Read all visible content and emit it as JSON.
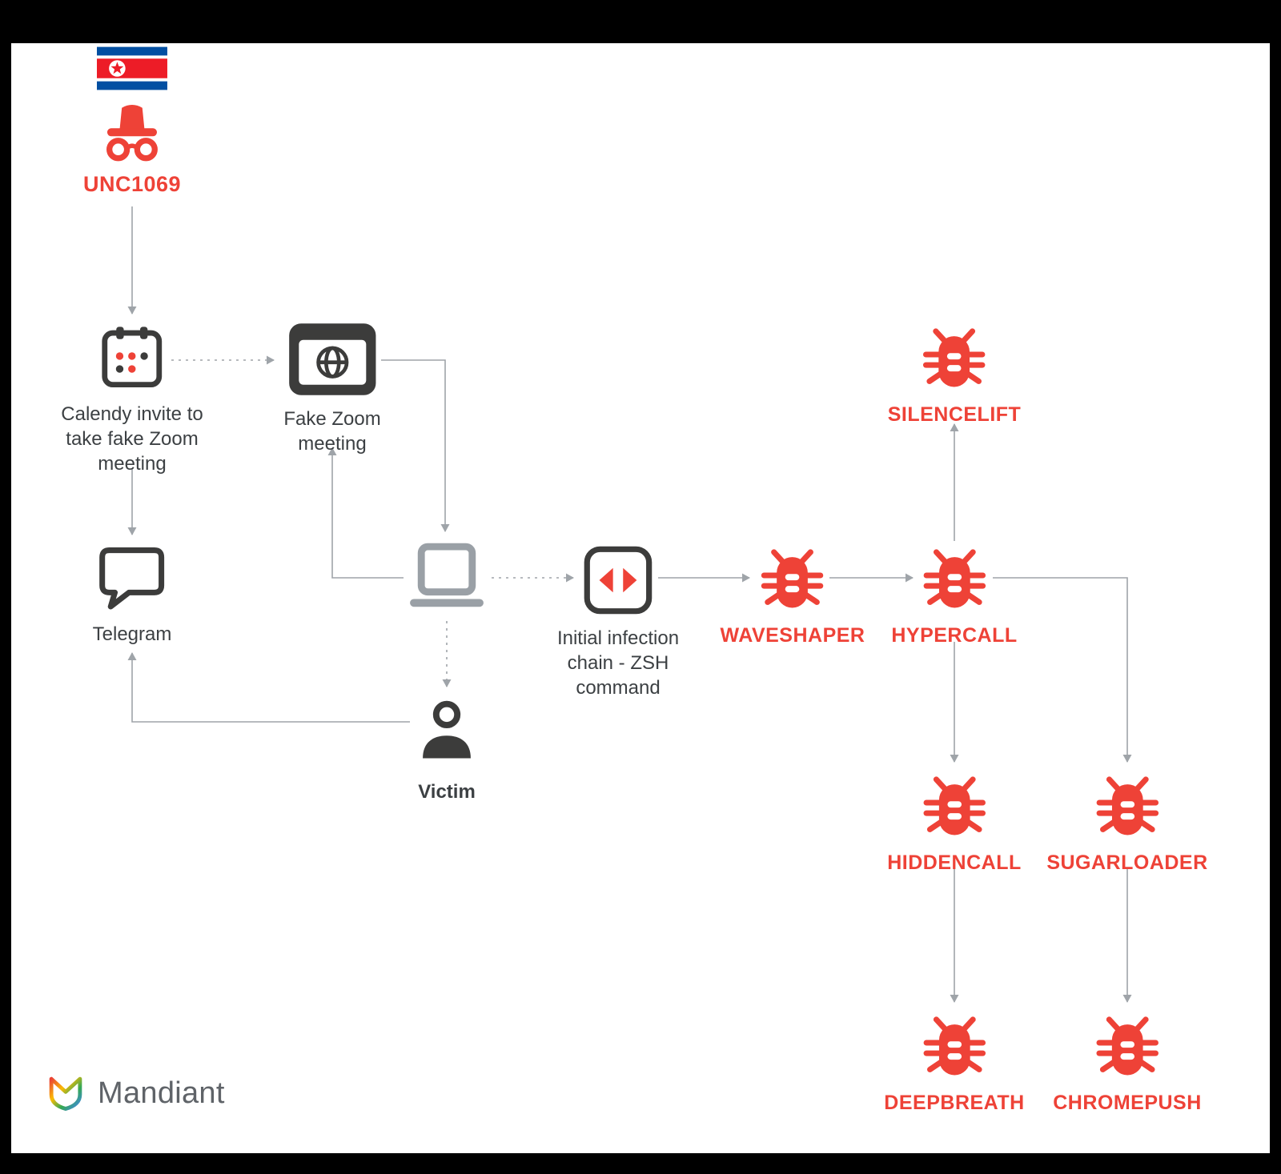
{
  "colors": {
    "accent_red": "#EE4237",
    "icon_dark": "#3C3C3B",
    "laptop_gray": "#9AA0A6",
    "connector_gray": "#9FA4A9",
    "label_gray": "#3C4043",
    "brand_gray": "#5F6368"
  },
  "actor": {
    "name": "UNC1069"
  },
  "nodes": {
    "calendly": {
      "label": "Calendy invite to\ntake fake Zoom\nmeeting"
    },
    "fake_zoom": {
      "label": "Fake Zoom\nmeeting"
    },
    "telegram": {
      "label": "Telegram"
    },
    "victim": {
      "label": "Victim"
    },
    "infection_chain": {
      "label": "Initial infection\nchain - ZSH\ncommand"
    },
    "waveshaper": {
      "label": "WAVESHAPER"
    },
    "hypercall": {
      "label": "HYPERCALL"
    },
    "silencelift": {
      "label": "SILENCELIFT"
    },
    "hiddencall": {
      "label": "HIDDENCALL"
    },
    "sugarloader": {
      "label": "SUGARLOADER"
    },
    "deepbreath": {
      "label": "DEEPBREATH"
    },
    "chromepush": {
      "label": "CHROMEPUSH"
    }
  },
  "edges": [
    {
      "from": "UNC1069",
      "to": "Calendy invite",
      "style": "solid"
    },
    {
      "from": "Calendy invite",
      "to": "Fake Zoom meeting",
      "style": "dashed"
    },
    {
      "from": "Fake Zoom meeting",
      "to": "Victim laptop",
      "style": "solid"
    },
    {
      "from": "Victim laptop",
      "to": "Fake Zoom meeting",
      "style": "solid"
    },
    {
      "from": "Calendy invite",
      "to": "Telegram",
      "style": "solid"
    },
    {
      "from": "Victim laptop",
      "to": "Initial infection chain - ZSH command",
      "style": "dashed"
    },
    {
      "from": "Victim laptop",
      "to": "Victim",
      "style": "dashed"
    },
    {
      "from": "Victim",
      "to": "Telegram",
      "style": "solid"
    },
    {
      "from": "Initial infection chain - ZSH command",
      "to": "WAVESHAPER",
      "style": "solid"
    },
    {
      "from": "WAVESHAPER",
      "to": "HYPERCALL",
      "style": "solid"
    },
    {
      "from": "HYPERCALL",
      "to": "SILENCELIFT",
      "style": "solid"
    },
    {
      "from": "HYPERCALL",
      "to": "HIDDENCALL",
      "style": "solid"
    },
    {
      "from": "HYPERCALL",
      "to": "SUGARLOADER",
      "style": "solid"
    },
    {
      "from": "HIDDENCALL",
      "to": "DEEPBREATH",
      "style": "solid"
    },
    {
      "from": "SUGARLOADER",
      "to": "CHROMEPUSH",
      "style": "solid"
    }
  ],
  "footer": {
    "brand": "Mandiant"
  }
}
